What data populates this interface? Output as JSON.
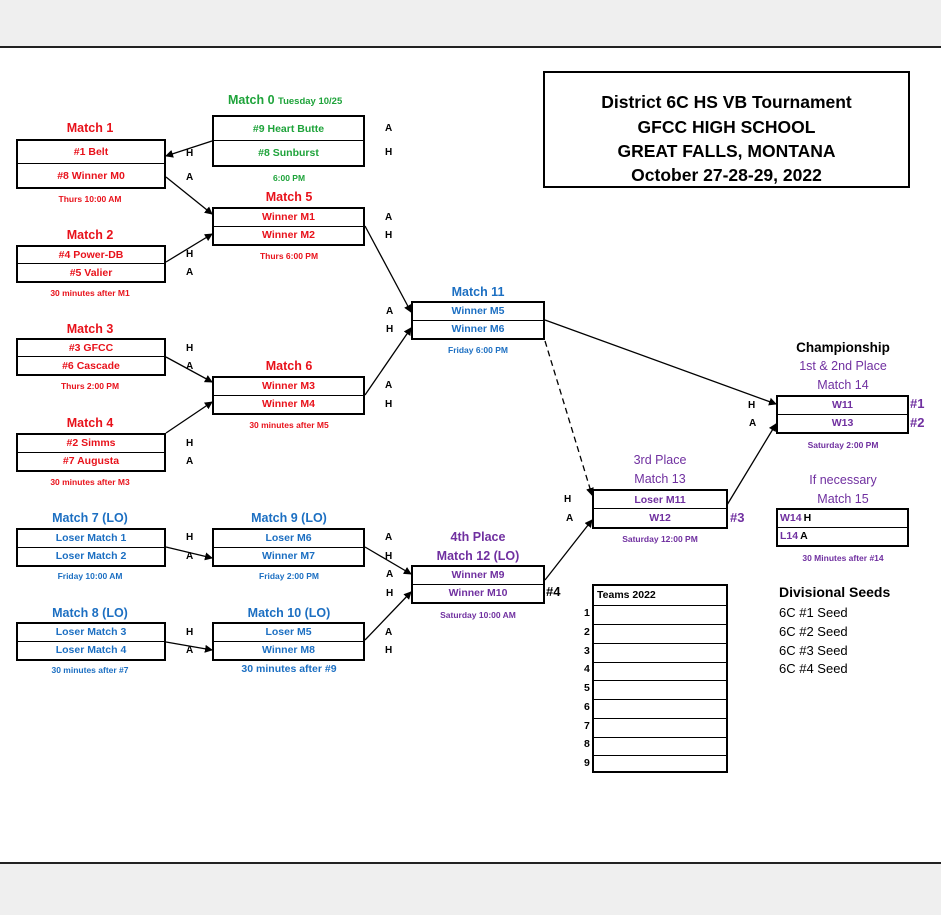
{
  "title": {
    "line1": "District 6C HS VB Tournament",
    "line2": "GFCC HIGH SCHOOL",
    "line3": "GREAT FALLS, MONTANA",
    "line4": "October 27-28-29, 2022"
  },
  "m0": {
    "label": "Match 0",
    "date": "Tuesday 10/25",
    "top": "#9 Heart Butte",
    "bot": "#8 Sunburst",
    "time": "6:00 PM",
    "top_ha": "A",
    "bot_ha": "H"
  },
  "m1": {
    "label": "Match 1",
    "top": "#1 Belt",
    "bot": "#8 Winner M0",
    "time": "Thurs 10:00 AM",
    "top_ha": "H",
    "bot_ha": "A"
  },
  "m2": {
    "label": "Match 2",
    "top": "#4 Power-DB",
    "bot": "#5 Valier",
    "time": "30 minutes after M1",
    "top_ha": "H",
    "bot_ha": "A"
  },
  "m3": {
    "label": "Match 3",
    "top": "#3 GFCC",
    "bot": "#6 Cascade",
    "time": "Thurs 2:00 PM",
    "top_ha": "H",
    "bot_ha": "A"
  },
  "m4": {
    "label": "Match 4",
    "top": "#2 Simms",
    "bot": "#7 Augusta",
    "time": "30 minutes after M3",
    "top_ha": "H",
    "bot_ha": "A"
  },
  "m5": {
    "label": "Match 5",
    "top": "Winner M1",
    "bot": "Winner M2",
    "time": "Thurs 6:00 PM",
    "top_ha": "A",
    "bot_ha": "H"
  },
  "m6": {
    "label": "Match 6",
    "top": "Winner M3",
    "bot": "Winner M4",
    "time": "30 minutes after M5",
    "top_ha": "A",
    "bot_ha": "H"
  },
  "m7": {
    "label": "Match 7 (LO)",
    "top": "Loser Match 1",
    "bot": "Loser Match 2",
    "time": "Friday 10:00 AM",
    "top_ha": "H",
    "bot_ha": "A"
  },
  "m8": {
    "label": "Match 8 (LO)",
    "top": "Loser Match 3",
    "bot": "Loser Match 4",
    "time": "30 minutes after #7",
    "top_ha": "H",
    "bot_ha": "A"
  },
  "m9": {
    "label": "Match  9 (LO)",
    "top": "Loser M6",
    "bot": "Winner M7",
    "time": "Friday 2:00 PM",
    "top_ha": "A",
    "bot_ha": "H"
  },
  "m10": {
    "label": "Match  10 (LO)",
    "top": "Loser M5",
    "bot": "Winner M8",
    "time": "30 minutes after #9",
    "top_ha": "A",
    "bot_ha": "H"
  },
  "m11": {
    "label": "Match  11",
    "top": "Winner M5",
    "bot": "Winner M6",
    "time": "Friday 6:00 PM",
    "top_ha": "A",
    "bot_ha": "H"
  },
  "m12": {
    "label1": "4th Place",
    "label2": "Match  12 (LO)",
    "top": "Winner M9",
    "bot": "Winner M10",
    "time": "Saturday 10:00 AM",
    "top_ha": "A",
    "bot_ha": "H",
    "seed": "#4"
  },
  "m13": {
    "label1": "3rd Place",
    "label2": "Match  13",
    "top": "Loser M11",
    "bot": "W12",
    "time": "Saturday 12:00 PM",
    "top_ha": "H",
    "bot_ha": "A",
    "seed": "#3"
  },
  "m14": {
    "label0": "Championship",
    "label1": "1st & 2nd Place",
    "label2": "Match  14",
    "top": "W11",
    "bot": "W13",
    "time": "Saturday 2:00 PM",
    "top_ha": "H",
    "bot_ha": "A",
    "seed_top": "#1",
    "seed_bot": "#2"
  },
  "m15": {
    "label1": "If  necessary",
    "label2": "Match  15",
    "top": "W14",
    "top_ha": "H",
    "bot": "L14",
    "bot_ha": "A",
    "time": "30 Minutes after #14"
  },
  "teams": {
    "header": "Teams 2022",
    "numbers": [
      "1",
      "2",
      "3",
      "4",
      "5",
      "6",
      "7",
      "8",
      "9"
    ]
  },
  "seeds": {
    "title": "Divisional Seeds",
    "items": [
      "6C #1 Seed",
      "6C #2 Seed",
      "6C #3 Seed",
      "6C #4 Seed"
    ]
  },
  "colors": {
    "red": "#e8121b",
    "green": "#1ea33a",
    "blue": "#1c6fc2",
    "purple": "#7030a0"
  }
}
